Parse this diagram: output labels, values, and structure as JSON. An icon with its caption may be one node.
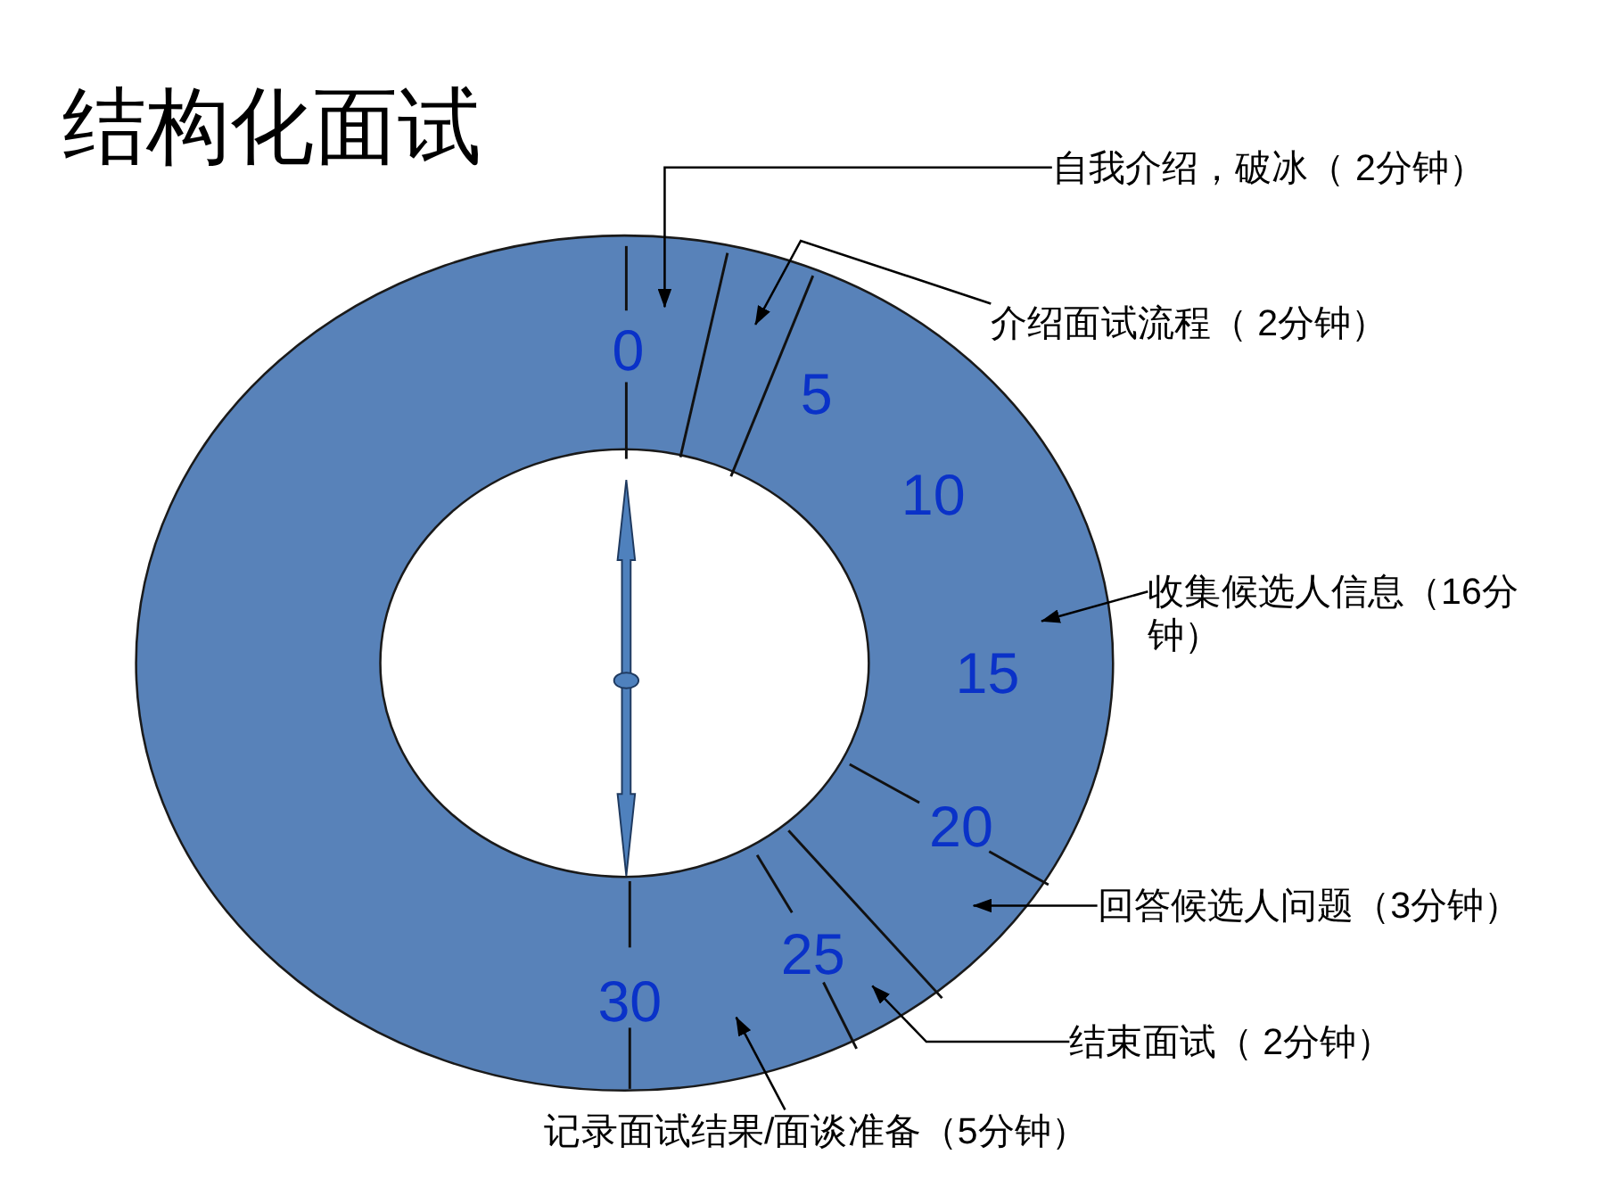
{
  "diagram": {
    "title": "结构化面试",
    "nodes": [
      {
        "text": [
          "自我介绍，破冰（ 2分钟）"
        ]
      },
      {
        "text": [
          "介绍面试流程（ 2分钟）"
        ]
      },
      {
        "text": [
          "收集候选人信息（16分钟）"
        ]
      },
      {
        "text": [
          "回答候选人问题（3分钟）"
        ]
      },
      {
        "text": [
          "结束面试（ 2分钟）"
        ]
      },
      {
        "text": [
          "记录面试结果/面谈准备（5分钟）"
        ]
      },
      {
        "text": [],
        "shape": "ring"
      }
    ],
    "edges": [
      {
        "from": 0,
        "to": 6,
        "arrow": "to"
      },
      {
        "from": 1,
        "to": 6,
        "arrow": "to"
      },
      {
        "from": 2,
        "to": 6,
        "arrow": "to"
      },
      {
        "from": 3,
        "to": 6,
        "arrow": "to"
      },
      {
        "from": 4,
        "to": 6,
        "arrow": "to"
      },
      {
        "from": 5,
        "to": 6,
        "arrow": "to"
      }
    ],
    "labels": [
      "0",
      "5",
      "10",
      "15",
      "20",
      "25",
      "30"
    ]
  }
}
